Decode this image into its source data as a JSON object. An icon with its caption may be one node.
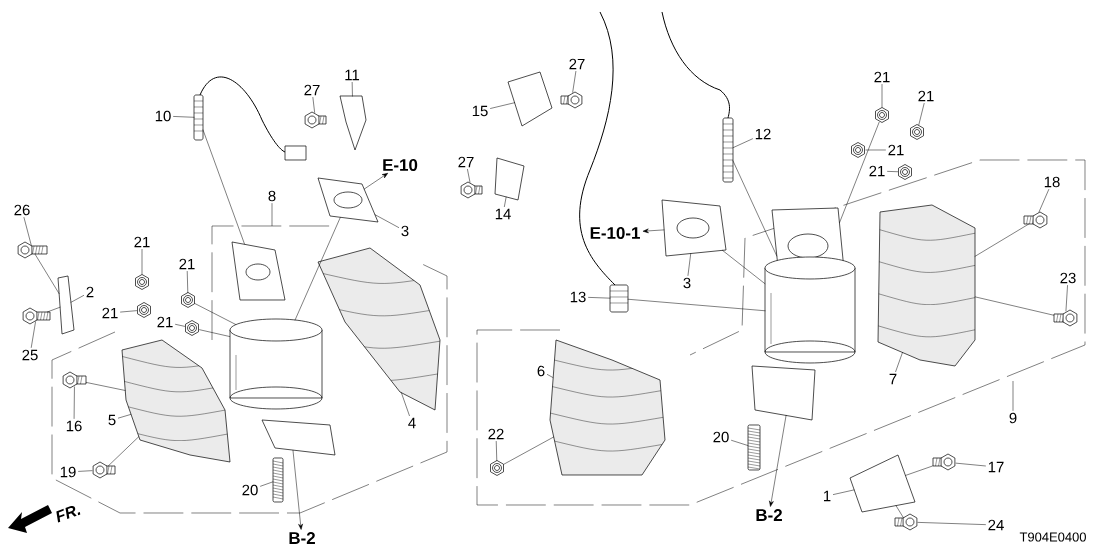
{
  "diagram": {
    "nodes": [
      {
        "text": [
          "10"
        ]
      },
      {
        "text": [
          "27"
        ]
      },
      {
        "text": [
          "11"
        ]
      },
      {
        "text": [
          "E-10"
        ]
      },
      {
        "text": [
          "8"
        ]
      },
      {
        "text": [
          "3"
        ]
      },
      {
        "text": [
          "26"
        ]
      },
      {
        "text": [
          "21"
        ]
      },
      {
        "text": [
          "21"
        ]
      },
      {
        "text": [
          "2"
        ]
      },
      {
        "text": [
          "21"
        ]
      },
      {
        "text": [
          "21"
        ]
      },
      {
        "text": [
          "25"
        ]
      },
      {
        "text": [
          "16"
        ]
      },
      {
        "text": [
          "5"
        ]
      },
      {
        "text": [
          "4"
        ]
      },
      {
        "text": [
          "19"
        ]
      },
      {
        "text": [
          "20"
        ]
      },
      {
        "text": [
          "B-2"
        ]
      },
      {
        "text": [
          "15"
        ]
      },
      {
        "text": [
          "27"
        ]
      },
      {
        "text": [
          "12"
        ]
      },
      {
        "text": [
          "21"
        ]
      },
      {
        "text": [
          "21"
        ]
      },
      {
        "text": [
          "27"
        ]
      },
      {
        "text": [
          "14"
        ]
      },
      {
        "text": [
          "E-10-1"
        ]
      },
      {
        "text": [
          "21"
        ]
      },
      {
        "text": [
          "21"
        ]
      },
      {
        "text": [
          "18"
        ]
      },
      {
        "text": [
          "3"
        ]
      },
      {
        "text": [
          "13"
        ]
      },
      {
        "text": [
          "23"
        ]
      },
      {
        "text": [
          "6"
        ]
      },
      {
        "text": [
          "7"
        ]
      },
      {
        "text": [
          "9"
        ]
      },
      {
        "text": [
          "22"
        ]
      },
      {
        "text": [
          "20"
        ]
      },
      {
        "text": [
          "17"
        ]
      },
      {
        "text": [
          "1"
        ]
      },
      {
        "text": [
          "B-2"
        ]
      },
      {
        "text": [
          "24"
        ]
      },
      {
        "text": [],
        "shape": "picture"
      },
      {
        "text": [],
        "shape": "picture"
      },
      {
        "text": [],
        "shape": "picture"
      },
      {
        "text": [],
        "shape": "picture"
      },
      {
        "text": [],
        "shape": "picture"
      },
      {
        "text": [],
        "shape": "picture"
      },
      {
        "text": [],
        "shape": "picture"
      },
      {
        "text": [],
        "shape": "picture"
      },
      {
        "text": [],
        "shape": "picture"
      },
      {
        "text": [],
        "shape": "picture"
      },
      {
        "text": [],
        "shape": "picture"
      },
      {
        "text": [],
        "shape": "picture"
      },
      {
        "text": [],
        "shape": "picture"
      },
      {
        "text": [],
        "shape": "picture"
      },
      {
        "text": [],
        "shape": "picture"
      },
      {
        "text": [],
        "shape": "picture"
      },
      {
        "text": [],
        "shape": "picture"
      },
      {
        "text": [],
        "shape": "picture"
      },
      {
        "text": [],
        "shape": "picture"
      },
      {
        "text": [],
        "shape": "picture"
      },
      {
        "text": [],
        "shape": "picture"
      },
      {
        "text": [],
        "shape": "picture"
      },
      {
        "text": [],
        "shape": "picture"
      },
      {
        "text": [],
        "shape": "picture"
      },
      {
        "text": [],
        "shape": "picture"
      },
      {
        "text": [],
        "shape": "picture"
      },
      {
        "text": [],
        "shape": "picture"
      },
      {
        "text": [],
        "shape": "picture"
      },
      {
        "text": [],
        "shape": "picture"
      },
      {
        "text": [],
        "shape": "picture"
      },
      {
        "text": [],
        "shape": "picture"
      },
      {
        "text": [],
        "shape": "picture"
      },
      {
        "text": [],
        "shape": "picture"
      },
      {
        "text": [],
        "shape": "picture"
      },
      {
        "text": [],
        "shape": "picture"
      },
      {
        "text": [],
        "shape": "picture"
      },
      {
        "text": [],
        "shape": "picture"
      },
      {
        "text": [],
        "shape": "picture"
      }
    ],
    "edges": [
      {
        "from": 0,
        "to": 52,
        "arrow": "none"
      },
      {
        "from": 1,
        "to": 55,
        "arrow": "none"
      },
      {
        "from": 2,
        "to": 58,
        "arrow": "none"
      },
      {
        "from": 56,
        "to": 3,
        "arrow": "to"
      },
      {
        "from": 4,
        "to": null,
        "arrow": "none"
      },
      {
        "from": 5,
        "to": 56,
        "arrow": "none"
      },
      {
        "from": 6,
        "to": 42,
        "arrow": "none"
      },
      {
        "from": 7,
        "to": 48,
        "arrow": "none"
      },
      {
        "from": 8,
        "to": 50,
        "arrow": "none"
      },
      {
        "from": 9,
        "to": 44,
        "arrow": "none"
      },
      {
        "from": 10,
        "to": 49,
        "arrow": "none"
      },
      {
        "from": 11,
        "to": 51,
        "arrow": "none"
      },
      {
        "from": 12,
        "to": 43,
        "arrow": "none"
      },
      {
        "from": 13,
        "to": 45,
        "arrow": "none"
      },
      {
        "from": 14,
        "to": 47,
        "arrow": "none"
      },
      {
        "from": 15,
        "to": 57,
        "arrow": "none"
      },
      {
        "from": 16,
        "to": 46,
        "arrow": "none"
      },
      {
        "from": 17,
        "to": 54,
        "arrow": "none"
      },
      {
        "from": 53,
        "to": 18,
        "arrow": "to"
      },
      {
        "from": 19,
        "to": 62,
        "arrow": "none"
      },
      {
        "from": 20,
        "to": 65,
        "arrow": "none"
      },
      {
        "from": 21,
        "to": 67,
        "arrow": "none"
      },
      {
        "from": 22,
        "to": 73,
        "arrow": "none"
      },
      {
        "from": 23,
        "to": 76,
        "arrow": "none"
      },
      {
        "from": 24,
        "to": 59,
        "arrow": "none"
      },
      {
        "from": 25,
        "to": 60,
        "arrow": "none"
      },
      {
        "from": 66,
        "to": 26,
        "arrow": "to"
      },
      {
        "from": 27,
        "to": 71,
        "arrow": "none"
      },
      {
        "from": 28,
        "to": 74,
        "arrow": "none"
      },
      {
        "from": 29,
        "to": 78,
        "arrow": "none"
      },
      {
        "from": 30,
        "to": 66,
        "arrow": "none"
      },
      {
        "from": 31,
        "to": 64,
        "arrow": "none"
      },
      {
        "from": 32,
        "to": 79,
        "arrow": "none"
      },
      {
        "from": 33,
        "to": 63,
        "arrow": "none"
      },
      {
        "from": 34,
        "to": 72,
        "arrow": "none"
      },
      {
        "from": 35,
        "to": null,
        "arrow": "none"
      },
      {
        "from": 36,
        "to": 61,
        "arrow": "none"
      },
      {
        "from": 37,
        "to": 68,
        "arrow": "none"
      },
      {
        "from": 38,
        "to": 77,
        "arrow": "none"
      },
      {
        "from": 39,
        "to": 70,
        "arrow": "none"
      },
      {
        "from": 69,
        "to": 40,
        "arrow": "to"
      },
      {
        "from": 41,
        "to": 75,
        "arrow": "none"
      },
      {
        "from": 45,
        "to": 47,
        "arrow": "none"
      },
      {
        "from": 46,
        "to": 47,
        "arrow": "none"
      },
      {
        "from": 50,
        "to": 53,
        "arrow": "none"
      },
      {
        "from": 51,
        "to": 53,
        "arrow": "none"
      },
      {
        "from": 52,
        "to": 53,
        "arrow": "none"
      },
      {
        "from": 56,
        "to": 53,
        "arrow": "none"
      },
      {
        "from": 42,
        "to": 44,
        "arrow": "none"
      },
      {
        "from": 43,
        "to": 44,
        "arrow": "none"
      },
      {
        "from": 61,
        "to": 63,
        "arrow": "none"
      },
      {
        "from": 64,
        "to": 69,
        "arrow": "none"
      },
      {
        "from": 67,
        "to": 69,
        "arrow": "none"
      },
      {
        "from": 73,
        "to": 69,
        "arrow": "none"
      },
      {
        "from": 66,
        "to": 69,
        "arrow": "none"
      },
      {
        "from": 78,
        "to": 72,
        "arrow": "none"
      },
      {
        "from": 79,
        "to": 72,
        "arrow": "none"
      },
      {
        "from": 77,
        "to": 70,
        "arrow": "none"
      },
      {
        "from": 75,
        "to": 70,
        "arrow": "none"
      }
    ],
    "labels": [
      "FR.",
      "T904E0400"
    ]
  }
}
